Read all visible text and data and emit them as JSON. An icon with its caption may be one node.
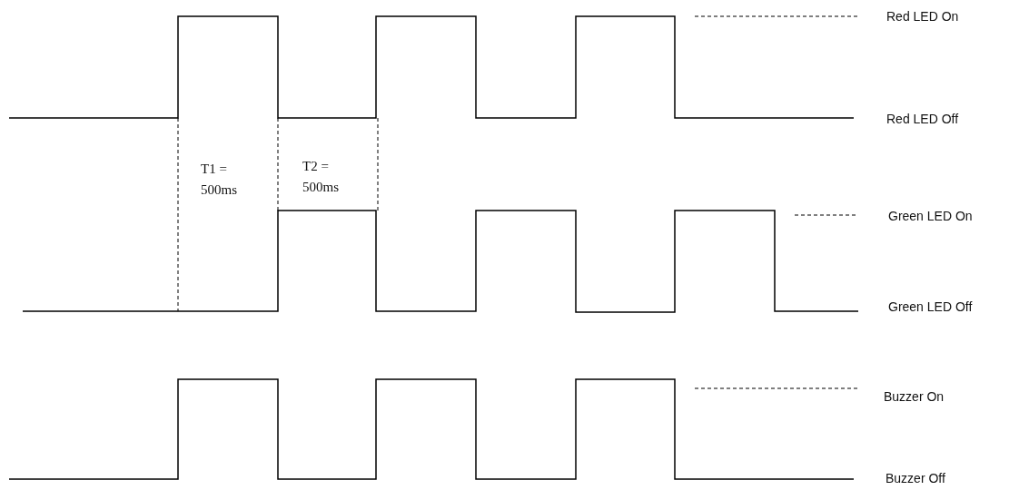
{
  "diagram": {
    "labels": [
      "Red LED On",
      "Red LED Off",
      "T1 = 500ms",
      "T2 = 500ms",
      "Green LED On",
      "Green LED Off",
      "Buzzer On",
      "Buzzer Off"
    ]
  }
}
